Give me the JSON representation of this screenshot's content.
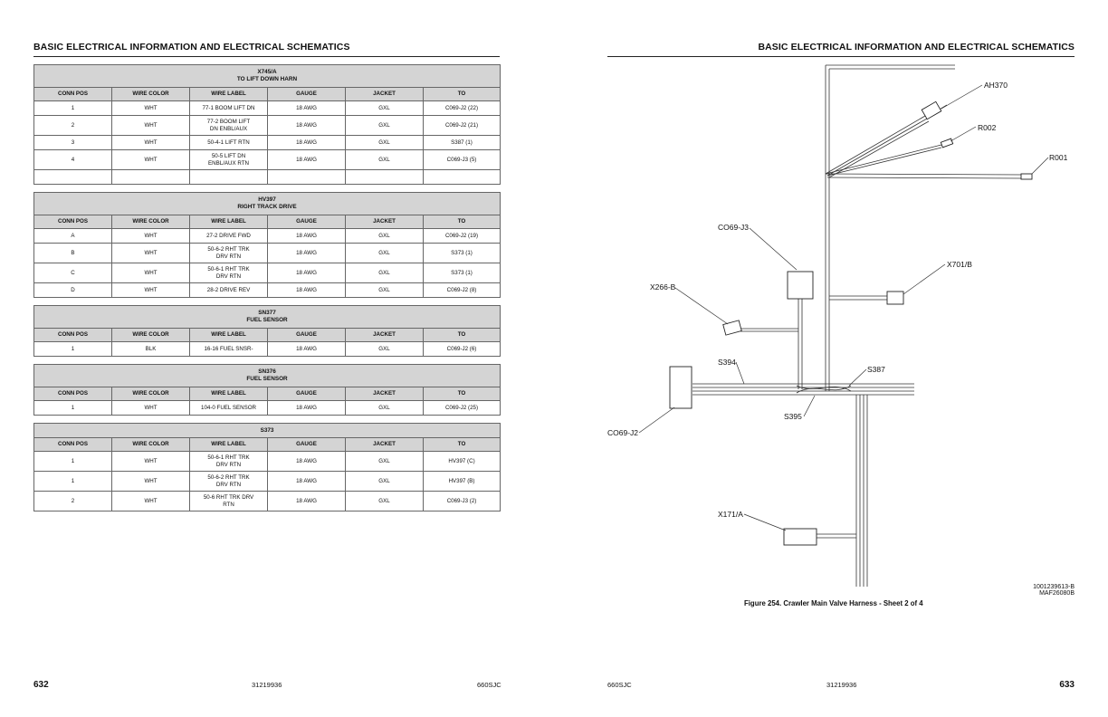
{
  "header": {
    "left": "BASIC ELECTRICAL INFORMATION AND ELECTRICAL SCHEMATICS",
    "right": "BASIC ELECTRICAL INFORMATION AND ELECTRICAL SCHEMATICS"
  },
  "columns": [
    "CONN POS",
    "WIRE COLOR",
    "WIRE LABEL",
    "GAUGE",
    "JACKET",
    "TO"
  ],
  "tables": [
    {
      "title1": "X745/A",
      "title2": "TO LIFT DOWN HARN",
      "rows": [
        [
          "1",
          "WHT",
          "77-1 BOOM LIFT DN",
          "18 AWG",
          "GXL",
          "C069-J2 (22)"
        ],
        [
          "2",
          "WHT",
          "77-2 BOOM LIFT DN ENBL/AUX",
          "18 AWG",
          "GXL",
          "C069-J2 (21)"
        ],
        [
          "3",
          "WHT",
          "50-4-1 LIFT RTN",
          "18 AWG",
          "GXL",
          "S387 (1)"
        ],
        [
          "4",
          "WHT",
          "50-5 LIFT DN ENBL/AUX RTN",
          "18 AWG",
          "GXL",
          "C069-J3 (5)"
        ],
        [
          "",
          "",
          "",
          "",
          "",
          ""
        ]
      ]
    },
    {
      "title1": "HV397",
      "title2": "RIGHT TRACK DRIVE",
      "rows": [
        [
          "A",
          "WHT",
          "27-2 DRIVE FWD",
          "18 AWG",
          "GXL",
          "C069-J2 (19)"
        ],
        [
          "B",
          "WHT",
          "50-6-2 RHT TRK DRV RTN",
          "18 AWG",
          "GXL",
          "S373 (1)"
        ],
        [
          "C",
          "WHT",
          "50-6-1 RHT TRK DRV RTN",
          "18 AWG",
          "GXL",
          "S373 (1)"
        ],
        [
          "D",
          "WHT",
          "28-2 DRIVE REV",
          "18 AWG",
          "GXL",
          "C069-J2 (8)"
        ]
      ]
    },
    {
      "title1": "SN377",
      "title2": "FUEL SENSOR",
      "rows": [
        [
          "1",
          "BLK",
          "16-16 FUEL SNSR-",
          "18 AWG",
          "GXL",
          "C069-J2 (6)"
        ]
      ]
    },
    {
      "title1": "SN376",
      "title2": "FUEL SENSOR",
      "rows": [
        [
          "1",
          "WHT",
          "104-0 FUEL SENSOR",
          "18 AWG",
          "GXL",
          "C069-J2 (25)"
        ]
      ]
    },
    {
      "title1": "S373",
      "title2": "",
      "rows": [
        [
          "1",
          "WHT",
          "50-6-1 RHT TRK DRV RTN",
          "18 AWG",
          "GXL",
          "HV397 (C)"
        ],
        [
          "1",
          "WHT",
          "50-6-2 RHT TRK DRV RTN",
          "18 AWG",
          "GXL",
          "HV397 (B)"
        ],
        [
          "2",
          "WHT",
          "50-6 RHT TRK DRV RTN",
          "18 AWG",
          "GXL",
          "C069-J3 (2)"
        ]
      ]
    }
  ],
  "figure": {
    "labels": {
      "ah370": "AH370",
      "r002": "R002",
      "r001": "R001",
      "co69j3": "CO69-J3",
      "x701b": "X701/B",
      "x266b": "X266-B",
      "s394": "S394",
      "s387": "S387",
      "s395": "S395",
      "co69j2": "CO69-J2",
      "x171a": "X171/A"
    },
    "docnum1": "1001239613-B",
    "docnum2": "MAF26080B",
    "caption": "Figure 254. Crawler Main Valve Harness - Sheet 2 of 4"
  },
  "footer": {
    "left_page": "632",
    "left_doc": "31219936",
    "left_model": "660SJC",
    "right_model": "660SJC",
    "right_doc": "31219936",
    "right_page": "633"
  }
}
